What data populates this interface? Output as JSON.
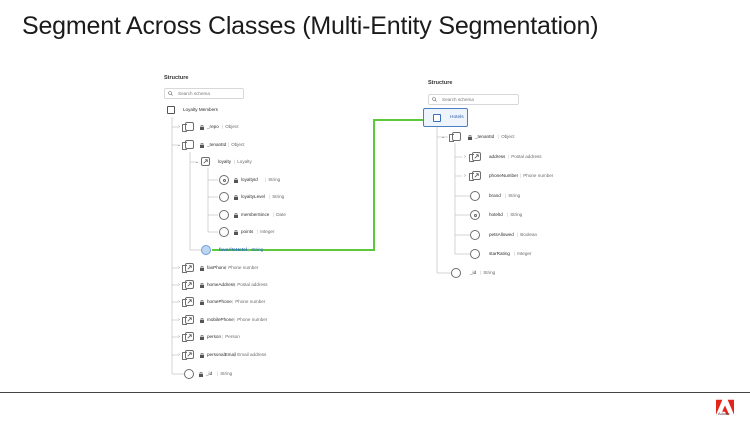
{
  "slide": {
    "title": "Segment Across Classes (Multi-Entity Segmentation)"
  },
  "brand": {
    "logo_word": "Adobe",
    "logo_color": "#e1251b"
  },
  "colors": {
    "link_line": "#5ec83c",
    "selected": "#2d6fc4"
  },
  "left_panel": {
    "structure_label": "Structure",
    "search_placeholder": "Search schema",
    "root_name": "Loyalty Members",
    "rows": [
      {
        "name": "_repo",
        "type": "Object",
        "icon": "object-icon",
        "locked": true
      },
      {
        "name": "_tenantId",
        "type": "Object",
        "icon": "object-icon",
        "locked": true
      },
      {
        "name": "loyalty",
        "type": "Loyalty",
        "icon": "link-icon",
        "locked": false
      },
      {
        "name": "loyaltyId",
        "type": "String",
        "icon": "identity-icon",
        "locked": true
      },
      {
        "name": "loyaltyLevel",
        "type": "String",
        "icon": "field-icon",
        "locked": true
      },
      {
        "name": "memberSince",
        "type": "Date",
        "icon": "field-icon",
        "locked": true
      },
      {
        "name": "points",
        "type": "Integer",
        "icon": "field-icon",
        "locked": true
      },
      {
        "name": "favoriteHotel",
        "type": "String",
        "icon": "field-icon",
        "locked": false,
        "selected": true
      },
      {
        "name": "faxPhone",
        "type": "Phone number",
        "icon": "link-icon",
        "locked": true
      },
      {
        "name": "homeAddress",
        "type": "Postal address",
        "icon": "link-icon",
        "locked": true
      },
      {
        "name": "homePhone",
        "type": "Phone number",
        "icon": "link-icon",
        "locked": true
      },
      {
        "name": "mobilePhone",
        "type": "Phone number",
        "icon": "link-icon",
        "locked": true
      },
      {
        "name": "person",
        "type": "Person",
        "icon": "link-icon",
        "locked": true
      },
      {
        "name": "personalEmail",
        "type": "Email address",
        "icon": "link-icon",
        "locked": true
      },
      {
        "name": "_id",
        "type": "String",
        "icon": "field-icon",
        "locked": true
      }
    ]
  },
  "right_panel": {
    "structure_label": "Structure",
    "search_placeholder": "Search schema",
    "root_name": "Hotels",
    "rows": [
      {
        "name": "_tenantId",
        "type": "Object",
        "icon": "object-icon",
        "locked": true
      },
      {
        "name": "address",
        "type": "Postal address",
        "icon": "link-icon",
        "locked": false
      },
      {
        "name": "phoneNumber",
        "type": "Phone number",
        "icon": "link-icon",
        "locked": false
      },
      {
        "name": "brand",
        "type": "String",
        "icon": "field-icon",
        "locked": false
      },
      {
        "name": "hotelId",
        "type": "String",
        "icon": "identity-icon",
        "locked": false
      },
      {
        "name": "petsAllowed",
        "type": "Boolean",
        "icon": "field-icon",
        "locked": false
      },
      {
        "name": "starRating",
        "type": "Integer",
        "icon": "field-icon",
        "locked": false
      },
      {
        "name": "_id",
        "type": "String",
        "icon": "field-icon",
        "locked": false
      }
    ]
  }
}
